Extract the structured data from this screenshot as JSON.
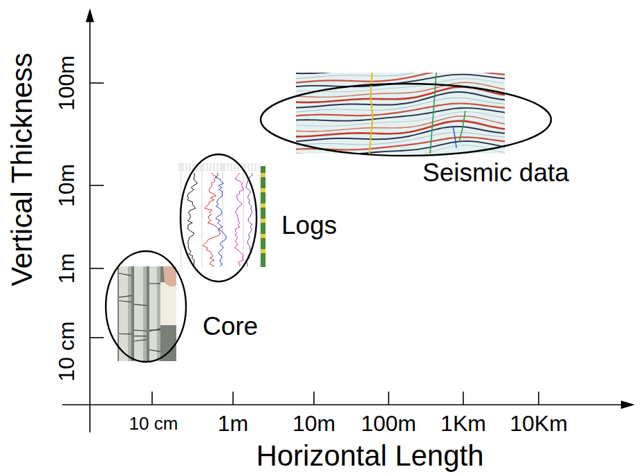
{
  "diagram": {
    "nodes": [
      {
        "text": [
          "Core"
        ]
      },
      {
        "text": [
          "Logs"
        ]
      },
      {
        "text": [
          "Seismic data"
        ]
      }
    ],
    "labels": [
      "Vertical Thickness",
      "100m",
      "10m",
      "1m",
      "10 cm",
      "10 cm",
      "1m",
      "10m",
      "100m",
      "1Km",
      "10Km",
      "Horizontal Length"
    ]
  }
}
